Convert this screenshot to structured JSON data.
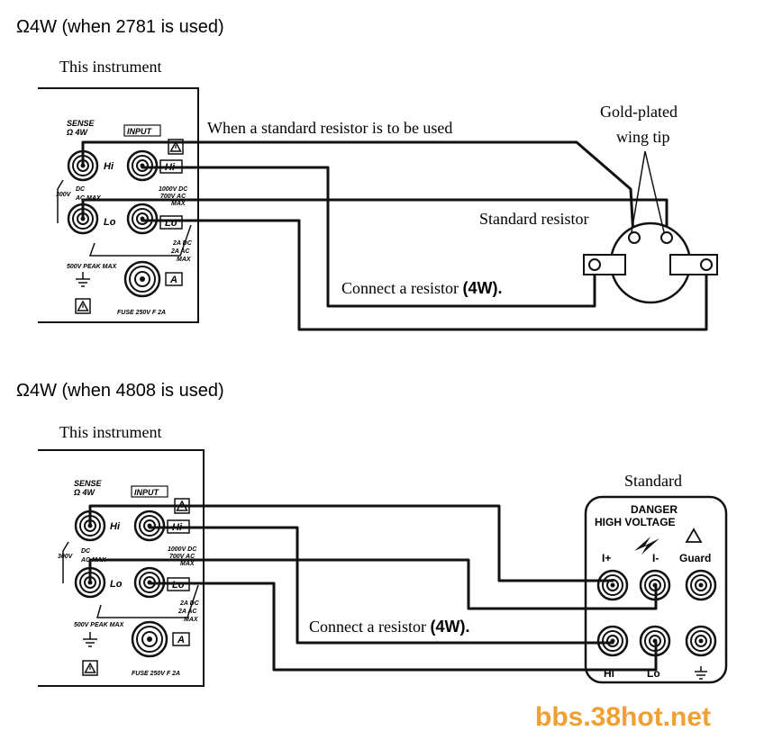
{
  "section1": {
    "title": "Ω4W (when 2781 is used)",
    "instrument_label": "This instrument",
    "note_standard": "When a standard resistor is to be used",
    "gold_label_1": "Gold-plated",
    "gold_label_2": "wing tip",
    "std_resistor_label": "Standard resistor",
    "connect_text": "Connect a resistor ",
    "connect_bold": "(4W)."
  },
  "section2": {
    "title": "Ω4W (when 4808 is used)",
    "instrument_label": "This instrument",
    "standard_label": "Standard",
    "danger_1": "DANGER",
    "danger_2": "HIGH VOLTAGE",
    "i_plus": "I+",
    "i_minus": "I-",
    "guard": "Guard",
    "hi": "Hi",
    "lo": "Lo",
    "connect_text": "Connect a resistor ",
    "connect_bold": "(4W)."
  },
  "panel": {
    "sense": "SENSE",
    "sense_sub": "Ω 4W",
    "input": "INPUT",
    "hi": "Hi",
    "lo": "Lo",
    "a": "A",
    "v300": "300V",
    "dc": "DC",
    "ac_max": "AC MAX",
    "v1000": "1000V DC",
    "v700": "700V AC",
    "max": "MAX",
    "amp1": "2A DC",
    "amp2": "2A AC",
    "amp3": "MAX",
    "peak": "500V PEAK MAX",
    "fuse": "FUSE 250V F 2A"
  },
  "watermark": "bbs.38hot.net",
  "colors": {
    "line": "#111111",
    "watermark": "#f0a030"
  }
}
